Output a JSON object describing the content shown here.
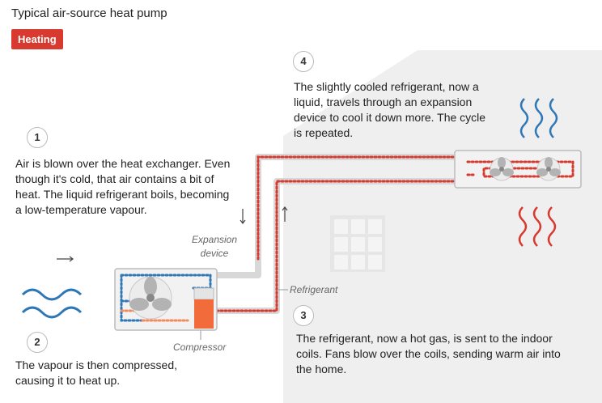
{
  "title": "Typical air-source heat pump",
  "mode_badge": "Heating",
  "steps": [
    {
      "number": "1",
      "text": "Air is blown over the heat exchanger. Even though it's cold, that air contains a bit of heat. The liquid refrigerant boils, becoming a low-temperature vapour."
    },
    {
      "number": "2",
      "text": "The vapour is then compressed, causing it to heat up."
    },
    {
      "number": "3",
      "text": "The refrigerant, now a hot gas, is sent to the indoor coils. Fans blow over the coils, sending warm air into the home."
    },
    {
      "number": "4",
      "text": "The slightly cooled refrigerant, now a liquid, travels through an expansion device to cool it down more. The cycle is repeated."
    }
  ],
  "labels": {
    "expansion_device": "Expansion device",
    "refrigerant": "Refrigerant",
    "compressor": "Compressor"
  },
  "colors": {
    "hot": "#d93a2f",
    "cold": "#2f78b7",
    "compressor": "#f26b3a",
    "pipe": "#d8d8d8",
    "indoor_bg": "#efefef"
  }
}
